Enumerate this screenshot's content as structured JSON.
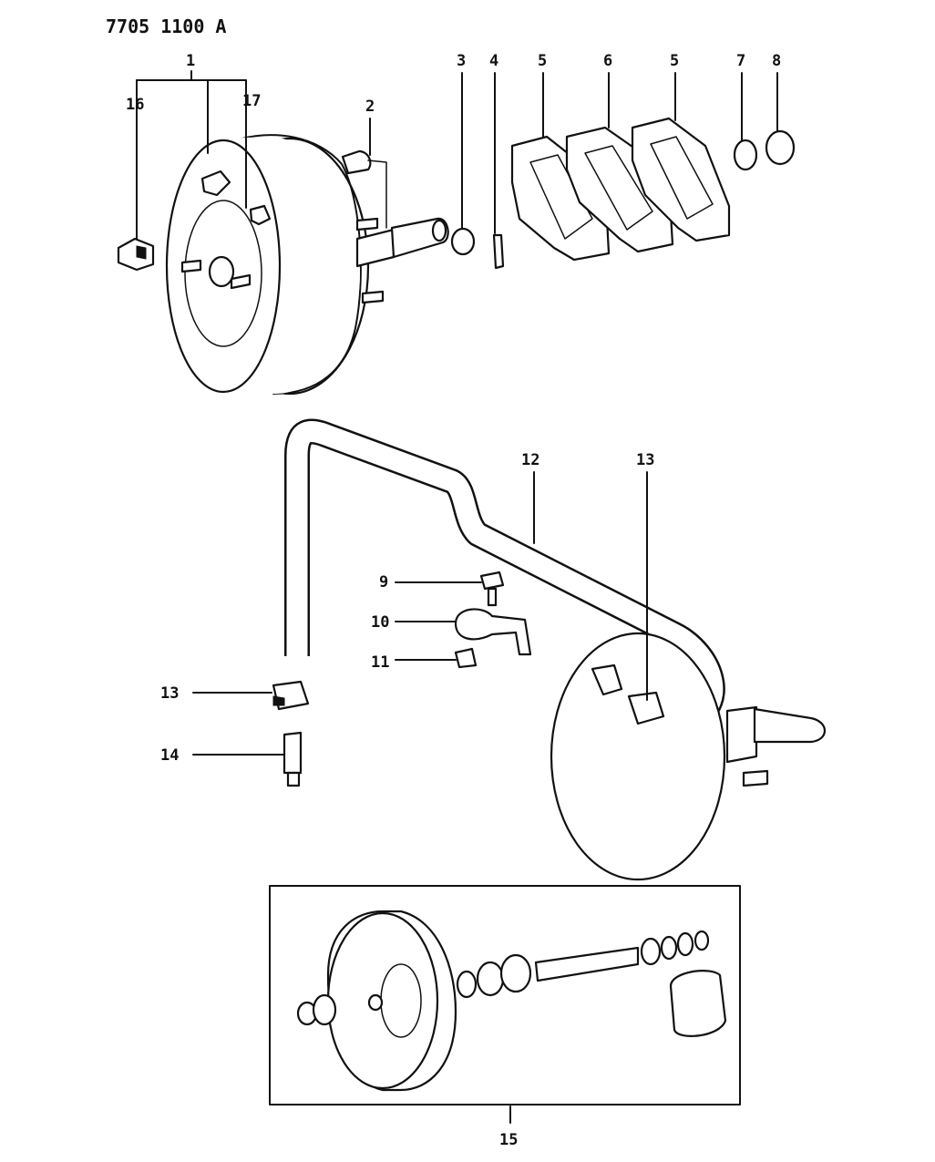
{
  "drawing_code": "7705 1100 A",
  "callouts": {
    "c1": "1",
    "c2": "2",
    "c3": "3",
    "c4": "4",
    "c5a": "5",
    "c6": "6",
    "c5b": "5",
    "c7": "7",
    "c8": "8",
    "c16": "16",
    "c17": "17",
    "c12": "12",
    "c13a": "13",
    "c9": "9",
    "c10": "10",
    "c11": "11",
    "c13b": "13",
    "c14": "14",
    "c15": "15"
  }
}
